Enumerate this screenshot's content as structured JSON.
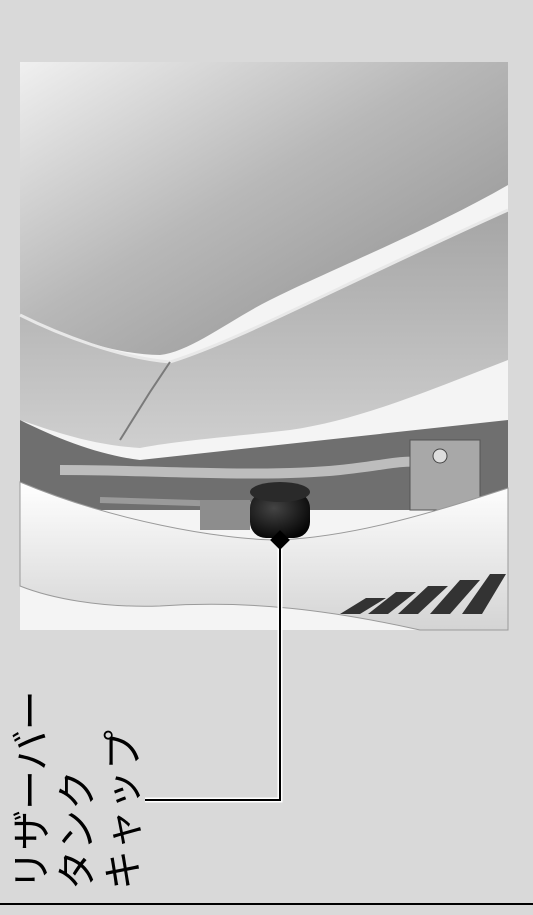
{
  "callout": {
    "lines": [
      "リザーバー",
      "タンク",
      "キャップ"
    ]
  },
  "colors": {
    "background": "#d9d9d9",
    "outline": "#000000"
  }
}
